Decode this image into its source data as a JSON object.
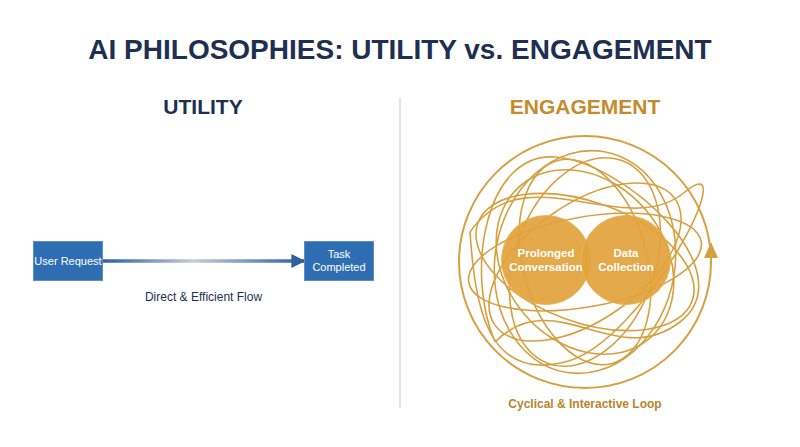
{
  "diagram": {
    "title": "AI PHILOSOPHIES: UTILITY vs. ENGAGEMENT",
    "nodes": [
      {
        "text": [
          "User Request"
        ]
      },
      {
        "text": [
          "Task Completed"
        ]
      },
      {
        "text": [
          "Prolonged Conversation"
        ]
      },
      {
        "text": [
          "Data Collection"
        ]
      }
    ],
    "edges": [
      {
        "from": 0,
        "to": 1,
        "arrow": "to",
        "label": "Direct & Efficient Flow"
      }
    ],
    "labels": [
      "UTILITY",
      "ENGAGEMENT",
      "Cyclical & Interactive Loop"
    ]
  }
}
